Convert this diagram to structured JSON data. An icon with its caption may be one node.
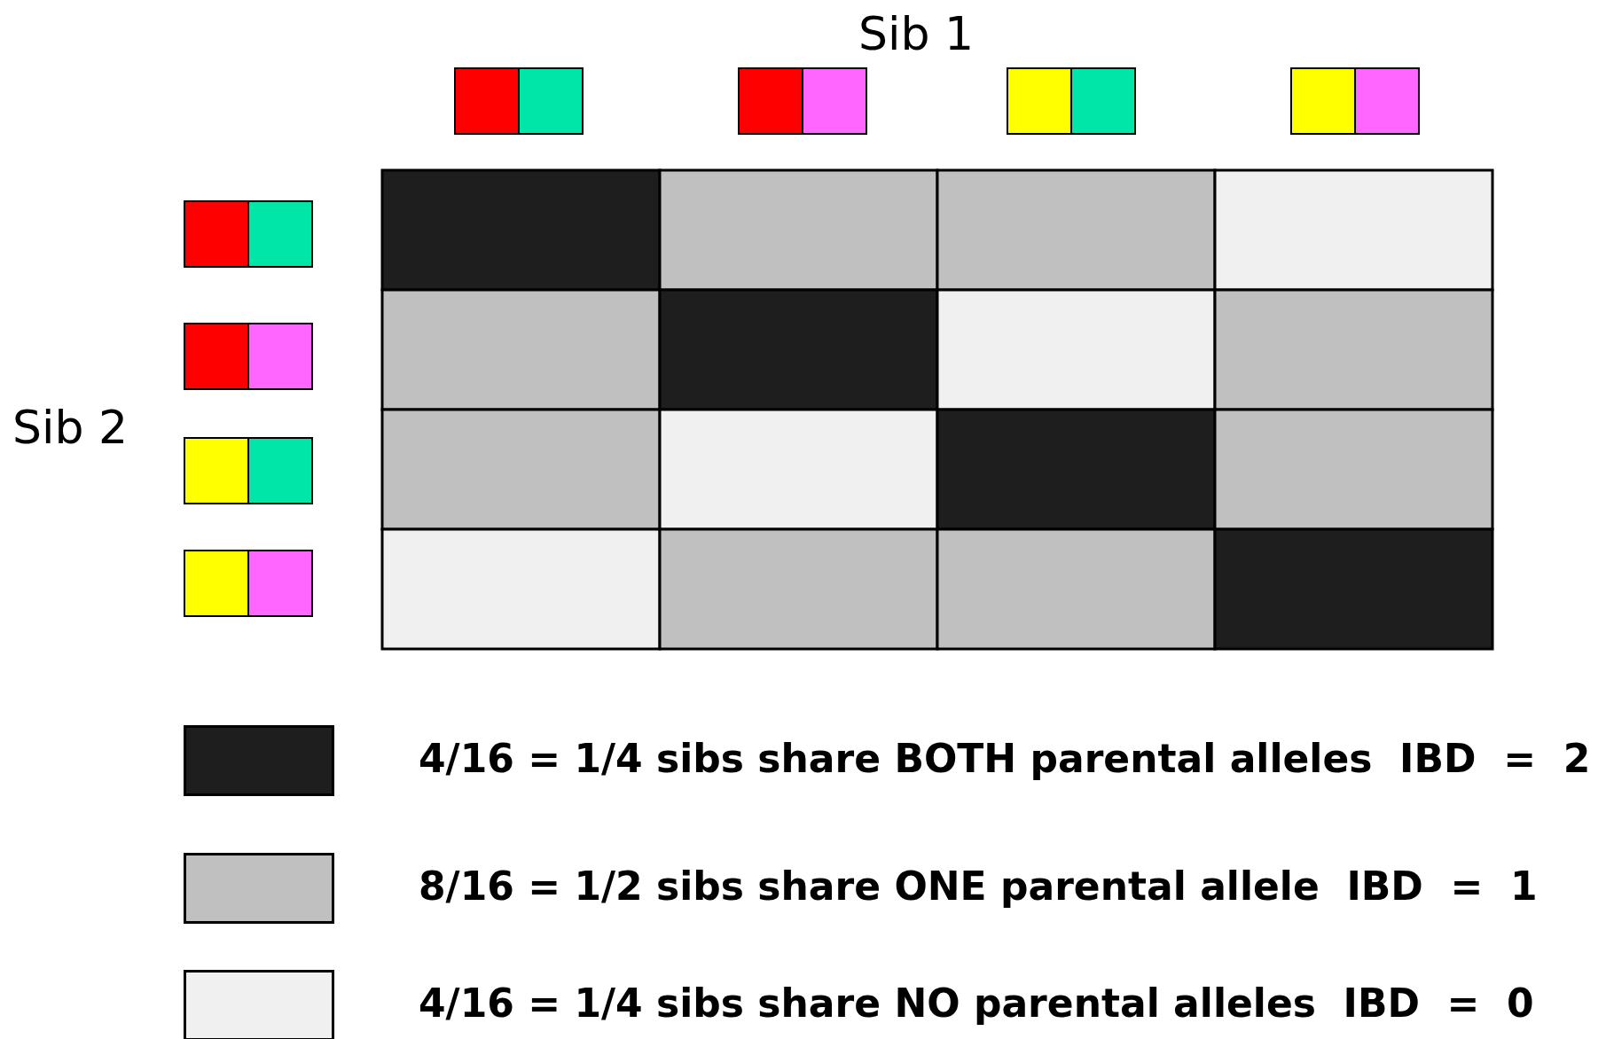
{
  "diagram": {
    "labels": [
      "Sib 1",
      "Sib 2"
    ],
    "legend": [
      {
        "text": "4/16 = 1/4 sibs share BOTH parental alleles  IBD  =  2",
        "color": "#1e1e1e"
      },
      {
        "text": "8/16 = 1/2 sibs share ONE parental allele  IBD  =  1",
        "color": "#c0c0c0"
      },
      {
        "text": "4/16 = 1/4 sibs share NO parental alleles  IBD  =  0",
        "color": "#f0f0f0"
      }
    ]
  }
}
